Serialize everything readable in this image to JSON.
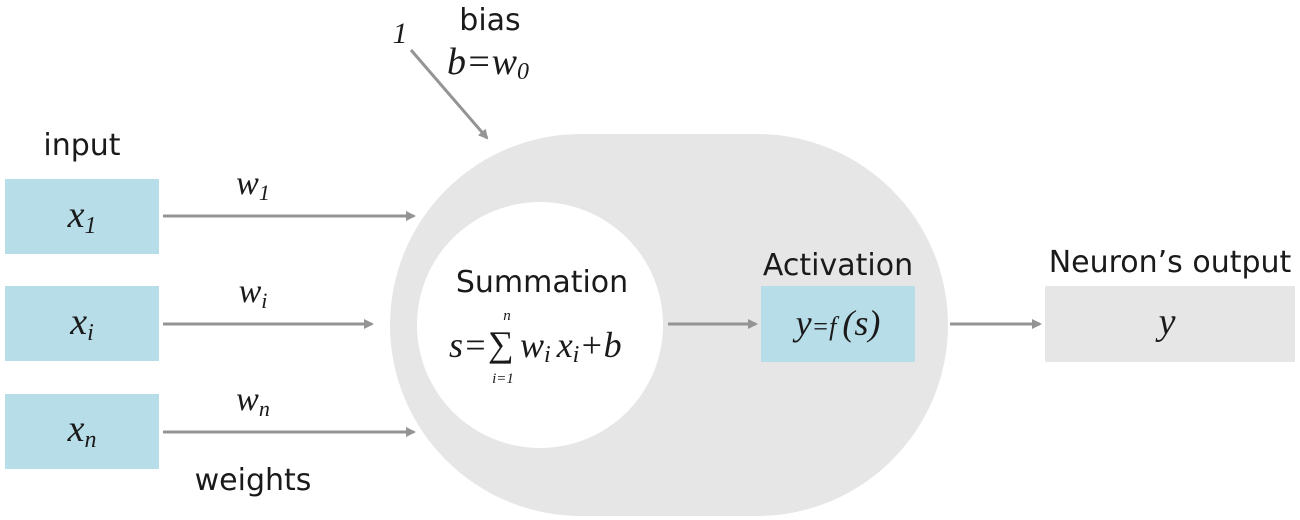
{
  "labels": {
    "input": "input",
    "weights": "weights",
    "bias": "bias",
    "summation": "Summation",
    "activation": "Activation",
    "output": "Neuron’s output"
  },
  "inputs": [
    {
      "base": "x",
      "sub": "1"
    },
    {
      "base": "x",
      "sub": "i"
    },
    {
      "base": "x",
      "sub": "n"
    }
  ],
  "weights": [
    {
      "base": "w",
      "sub": "1"
    },
    {
      "base": "w",
      "sub": "i"
    },
    {
      "base": "w",
      "sub": "n"
    }
  ],
  "bias_input": "1",
  "bias_formula": {
    "lhs": "b=w",
    "sub": "0"
  },
  "summation_formula": {
    "lhs": "s=",
    "sigma": "∑",
    "upper": "n",
    "lower": "i=1",
    "w": "w",
    "w_sub": "i",
    "x": "x",
    "x_sub": "i",
    "tail": "+b"
  },
  "activation_formula": {
    "y": "y",
    "eq": "=",
    "f": "f",
    "arg": "(s)"
  },
  "output_symbol": "y",
  "colors": {
    "input_box": "#b7dde8",
    "neuron_body": "#e6e6e6",
    "output_box": "#e6e6e6",
    "summation_circle": "#ffffff",
    "arrow": "#949494",
    "text": "#1a1a1a"
  }
}
